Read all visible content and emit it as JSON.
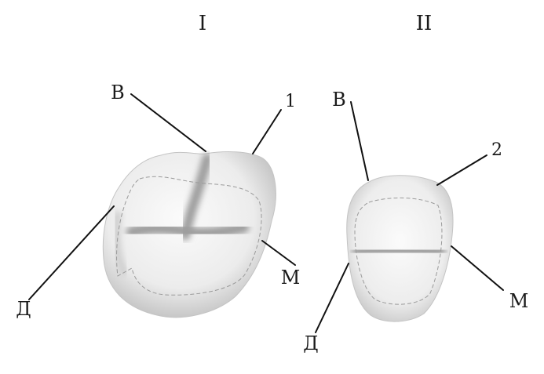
{
  "figure_I": {
    "numeral": "I",
    "label_top": "В",
    "label_number": "1",
    "label_right": "М",
    "label_left": "Д"
  },
  "figure_II": {
    "numeral": "II",
    "label_top": "В",
    "label_number": "2",
    "label_right": "М",
    "label_bottom": "Д"
  }
}
